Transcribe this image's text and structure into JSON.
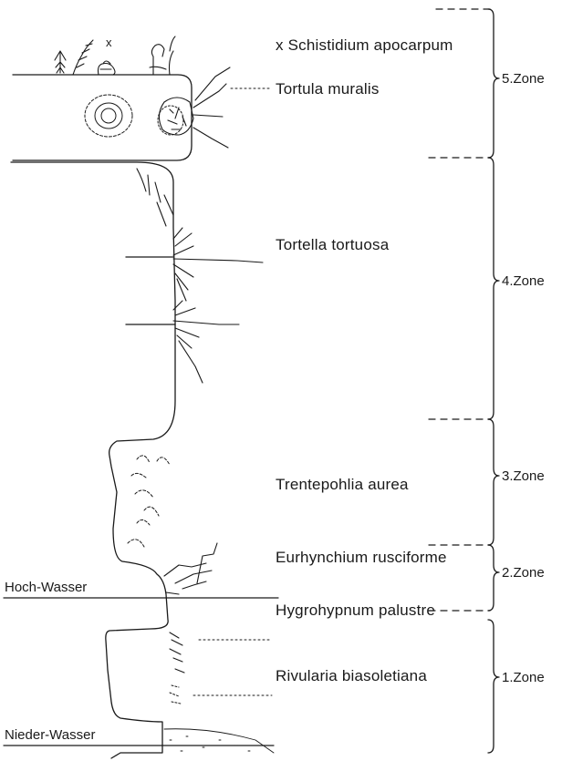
{
  "species": [
    {
      "id": "schistidium",
      "label": "x Schistidium apocarpum"
    },
    {
      "id": "tortula",
      "label": "Tortula muralis"
    },
    {
      "id": "tortella",
      "label": "Tortella tortuosa"
    },
    {
      "id": "trentepohlia",
      "label": "Trentepohlia aurea"
    },
    {
      "id": "eurhynchium",
      "label": "Eurhynchium rusciforme"
    },
    {
      "id": "hygrohypnum",
      "label": "Hygrohypnum palustre"
    },
    {
      "id": "rivularia",
      "label": "Rivularia biasoletiana"
    }
  ],
  "zones": [
    "5.Zone",
    "4.Zone",
    "3.Zone",
    "2.Zone",
    "1.Zone"
  ],
  "water_levels": {
    "high": "Hoch-Wasser",
    "low": "Nieder-Wasser"
  },
  "marker": "x"
}
